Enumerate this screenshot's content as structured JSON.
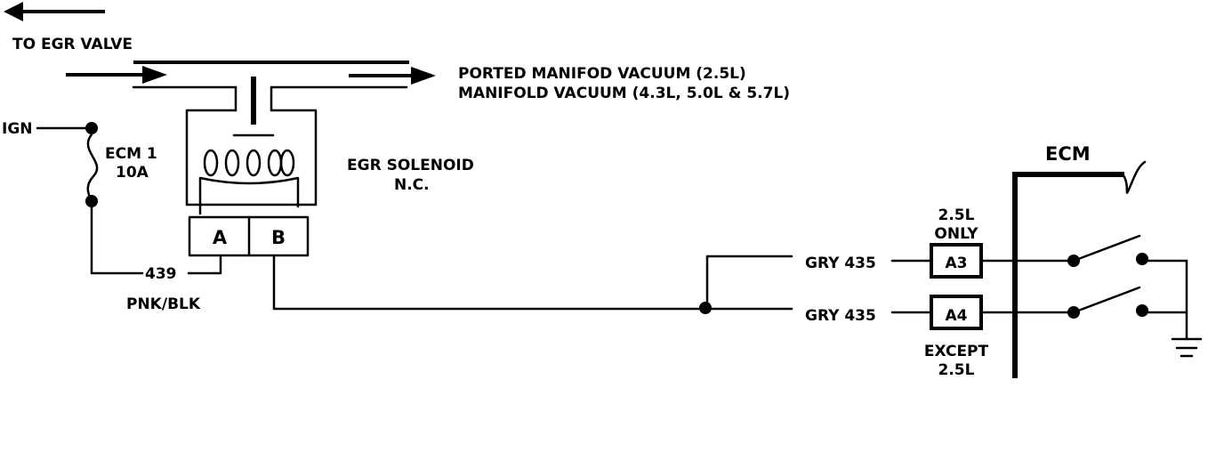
{
  "labels": {
    "to_egr_valve": "TO EGR VALVE",
    "ported_vacuum": "PORTED MANIFOD VACUUM (2.5L)",
    "manifold_vacuum": "MANIFOLD VACUUM (4.3L, 5.0L & 5.7L)",
    "ign": "IGN",
    "fuse_name": "ECM 1",
    "fuse_rating": "10A",
    "solenoid_name": "EGR SOLENOID",
    "solenoid_type": "N.C.",
    "terminal_a": "A",
    "terminal_b": "B",
    "circuit_439": "439",
    "wire_pnk_blk": "PNK/BLK",
    "ecm": "ECM",
    "only_line1": "2.5L",
    "only_line2": "ONLY",
    "pin_a3": "A3",
    "pin_a4": "A4",
    "wire_gry_top": "GRY 435",
    "wire_gry_bottom": "GRY 435",
    "except_line1": "EXCEPT",
    "except_line2": "2.5L"
  }
}
